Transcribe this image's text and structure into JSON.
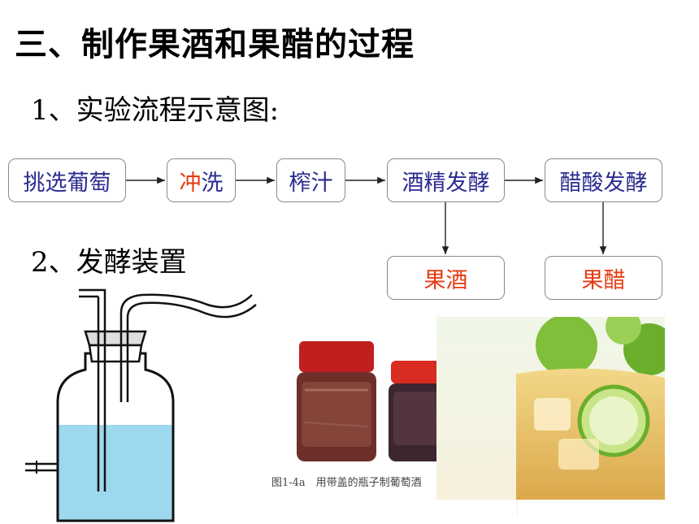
{
  "title": "三、制作果酒和果醋的过程",
  "section1": "1、实验流程示意图:",
  "section2": "2、发酵装置",
  "flow": {
    "step1": "挑选葡萄",
    "step2_red": "冲",
    "step2_rest": "洗",
    "step3": "榨汁",
    "step4": "酒精发酵",
    "step5": "醋酸发酵",
    "result1": "果酒",
    "result2": "果醋"
  },
  "jar_photo_caption": "图1-4a　用带盖的瓶子制葡萄酒",
  "colors": {
    "step_text": "#2b2b90",
    "result_text": "#e83a10",
    "water": "#9ed8ee"
  }
}
